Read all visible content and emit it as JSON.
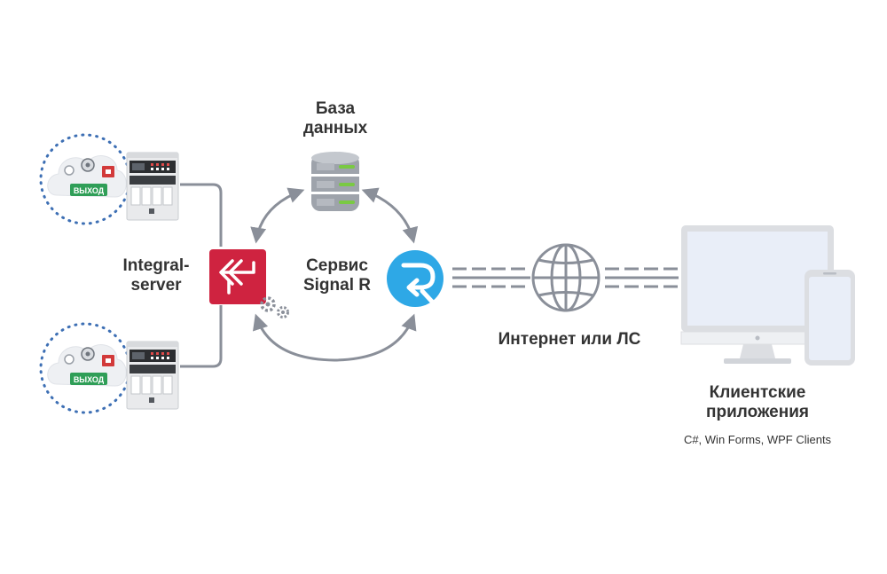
{
  "labels": {
    "database_line1": "База",
    "database_line2": "данных",
    "server_line1": "Integral-",
    "server_line2": "server",
    "signalr_line1": "Сервис",
    "signalr_line2": "Signal R",
    "network": "Интернет или ЛС",
    "clients_line1": "Клиентские",
    "clients_line2": "приложения",
    "clients_tech": "C#, Win Forms, WPF Clients",
    "exit_sign": "ВЫХОД"
  },
  "colors": {
    "brand_red": "#cf2340",
    "signalr_blue": "#2ea8e6",
    "connector_gray": "#8a8f99",
    "cloud_dots": "#3d6fb4",
    "exit_green": "#2f9e57",
    "monitor_frame": "#dcdee2",
    "monitor_screen": "#e9eef8",
    "db_green": "#7ac943"
  },
  "icons": [
    "integral-server-logo-icon",
    "gears-icon",
    "database-icon",
    "signalr-logo-icon",
    "globe-icon",
    "monitor-icon",
    "smartphone-icon",
    "fire-panel-icon",
    "detector-cloud-icon"
  ]
}
